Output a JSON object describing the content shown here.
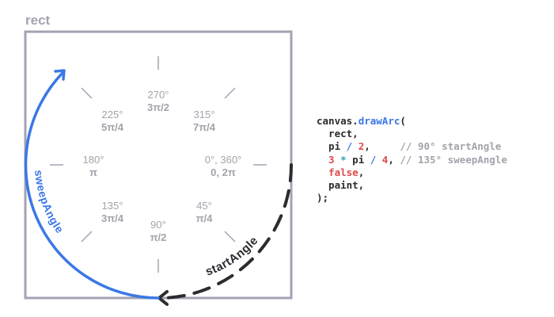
{
  "diagram": {
    "rect_label": "rect",
    "angles": [
      {
        "deg": "270°",
        "rad": "3π/2"
      },
      {
        "deg": "225°",
        "rad": "5π/4"
      },
      {
        "deg": "315°",
        "rad": "7π/4"
      },
      {
        "deg": "180°",
        "rad": "π"
      },
      {
        "deg": "0°, 360°",
        "rad": "0, 2π"
      },
      {
        "deg": "135°",
        "rad": "3π/4"
      },
      {
        "deg": "45°",
        "rad": "π/4"
      },
      {
        "deg": "90°",
        "rad": "π/2"
      }
    ],
    "sweep_label": "sweepAngle",
    "start_label": "startAngle",
    "colors": {
      "frame": "#a3a3b3",
      "label": "#a3a3ac",
      "sweep": "#3b78e7",
      "start": "#2b2b30"
    }
  },
  "code": {
    "line1_obj": "canvas.",
    "line1_fn": "drawArc",
    "line1_paren": "(",
    "line2": "  rect,",
    "line3_a": "  pi ",
    "line3_op": "/",
    "line3_num": " 2",
    "line3_b": ",     ",
    "line3_cmt": "// 90° startAngle",
    "line4_num1": "  3",
    "line4_op1": " *",
    "line4_a": " pi ",
    "line4_op2": "/",
    "line4_num2": " 4",
    "line4_b": ", ",
    "line4_cmt": "// 135° sweepAngle",
    "line5": "  false",
    "line5_b": ",",
    "line6": "  paint,",
    "line7": ");"
  }
}
